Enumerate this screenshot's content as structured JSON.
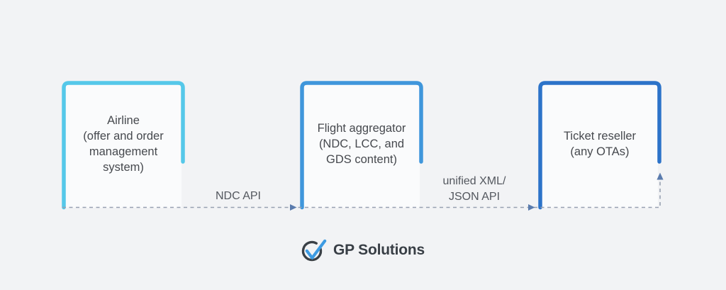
{
  "diagram": {
    "background_color": "#F2F3F5",
    "node_fill_color": "#FAFBFC",
    "text_color": "#46494E",
    "line_color": "#97A1B1",
    "arrow_color": "#5A7BAD"
  },
  "boxes": [
    {
      "id": "airline",
      "label": "Airline\n(offer and order\nmanagement\nsystem)",
      "border_color": "#55C8E9"
    },
    {
      "id": "flight-aggregator",
      "label": "Flight aggregator\n(NDC, LCC, and\nGDS content)",
      "border_color": "#3F96DB"
    },
    {
      "id": "ticket-reseller",
      "label": "Ticket reseller\n(any OTAs)",
      "border_color": "#2C73C9"
    }
  ],
  "connectors": [
    {
      "from": "airline",
      "to": "flight-aggregator",
      "label": "NDC API"
    },
    {
      "from": "flight-aggregator",
      "to": "ticket-reseller",
      "label": "unified XML/\nJSON API"
    }
  ],
  "logo": {
    "text": "GP Solutions",
    "circle_color": "#3A4046",
    "check_color": "#3D9BE2",
    "text_color": "#383E45"
  }
}
